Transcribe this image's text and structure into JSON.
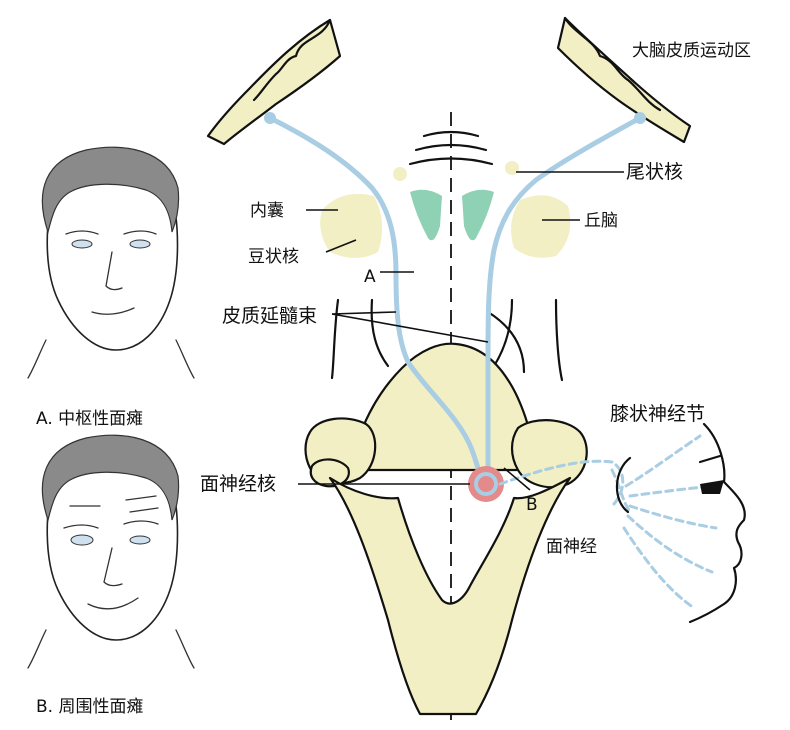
{
  "labels": {
    "motor_cortex": "大脑皮质运动区",
    "caudate": "尾状核",
    "internal_capsule": "内囊",
    "thalamus": "丘脑",
    "lentiform": "豆状核",
    "point_a": "A",
    "corticobulbar": "皮质延髓束",
    "facial_nucleus": "面神经核",
    "point_b": "B",
    "geniculate": "膝状神经节",
    "facial_nerve": "面神经"
  },
  "captions": {
    "central": "A. 中枢性面瘫",
    "peripheral": "B. 周围性面瘫"
  },
  "colors": {
    "tract": "#a9cde3",
    "cream": "#f2efc4",
    "green": "#8fd1b4",
    "nucleus": "#e58a8a"
  }
}
